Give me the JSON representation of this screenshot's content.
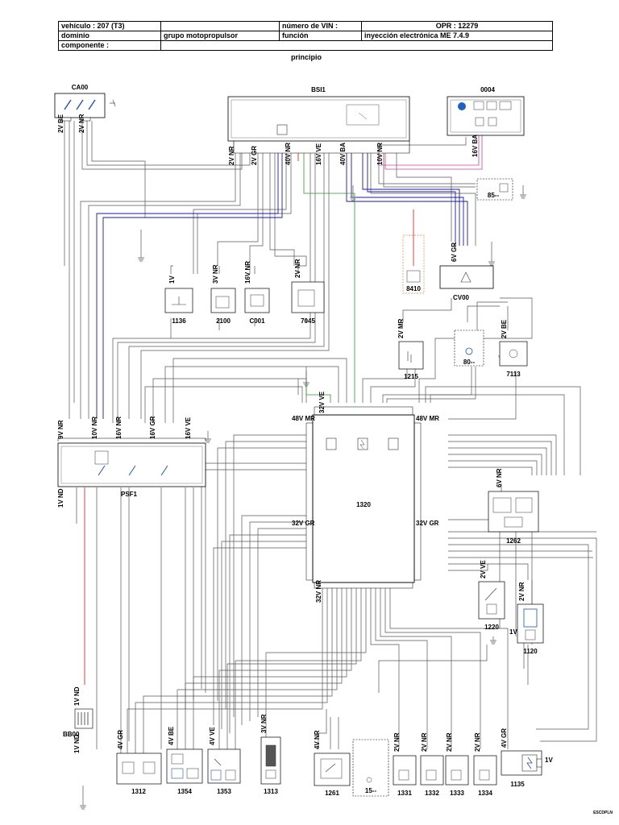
{
  "header": {
    "vehicle": "vehículo : 207 (T3)",
    "vin_label": "número de VIN :",
    "opr": "OPR : 12279",
    "domain_label": "dominio",
    "domain_value": "grupo motopropulsor",
    "function_label": "función",
    "function_value": "inyección electrónica  ME 7.4.9",
    "component_label": "componente :"
  },
  "subtitle": "principio",
  "components": {
    "ca00": "CA00",
    "bsi1": "BSI1",
    "c0004": "0004",
    "c1136": "1136",
    "c2100": "2100",
    "c001": "C001",
    "c7045": "7045",
    "c8410": "8410",
    "cv00": "CV00",
    "c1215": "1215",
    "c80": "80--",
    "c7113": "7113",
    "psf1": "PSF1",
    "c1320": "1320",
    "c1262": "1262",
    "c1220": "1220",
    "c1120": "1120",
    "bb00": "BB00",
    "c1312": "1312",
    "c1354": "1354",
    "c1353": "1353",
    "c1313": "1313",
    "c1261": "1261",
    "c15": "15--",
    "c1331": "1331",
    "c1332": "1332",
    "c1333": "1333",
    "c1334": "1334",
    "c1135": "1135",
    "c85": "85--"
  },
  "connectors": {
    "c1320_top_left": "32V VE",
    "c1320_top_right": "48V MR",
    "c1320_left_top": "48V MR",
    "c1320_left_mid": "32V GR",
    "c1320_right_mid": "32V GR",
    "c1320_bottom": "32V NR",
    "psf1_a": "9V NR",
    "psf1_b": "10V NR",
    "psf1_c": "16V NR",
    "psf1_d": "16V GR",
    "psf1_e": "16V VE",
    "psf1_f": "1V ND",
    "bsi_a": "2V NR",
    "bsi_b": "2V GR",
    "bsi_c": "40V NR",
    "bsi_d": "16V VE",
    "bsi_e": "40V BA",
    "bsi_f": "10V NR",
    "ca00_a": "2V BE",
    "ca00_b": "2V NR",
    "c0004_a": "16V BA",
    "cv00_a": "6V GR",
    "c1136_a": "1V",
    "c2100_a": "3V NR",
    "c001_a": "16V NR",
    "c7045_a": "2V NR",
    "c1215_a": "2V MR",
    "c7113_a": "2V BE",
    "c1262_a": "6V NR",
    "c1220_a": "2V VE",
    "c1120_a": "2V NR",
    "c1120_b": "1V",
    "bb00_a": "1V ND",
    "bb00_b": "1V ND",
    "c1312_a": "4V GR",
    "c1354_a": "4V BE",
    "c1353_a": "4V VE",
    "c1313_a": "3V NR",
    "c1261_a": "4V NR",
    "c1331_a": "2V NR",
    "c1332_a": "2V NR",
    "c1333_a": "2V NR",
    "c1334_a": "2V NR",
    "c1135_a": "4V GR",
    "c1135_b": "1V"
  },
  "colors": {
    "wire": "#555555",
    "blue": "#1a1aa8",
    "red": "#d01818",
    "pink": "#d040a0",
    "green": "#2a9a2a",
    "box": "#000000"
  },
  "credit": "ESCDPLN"
}
